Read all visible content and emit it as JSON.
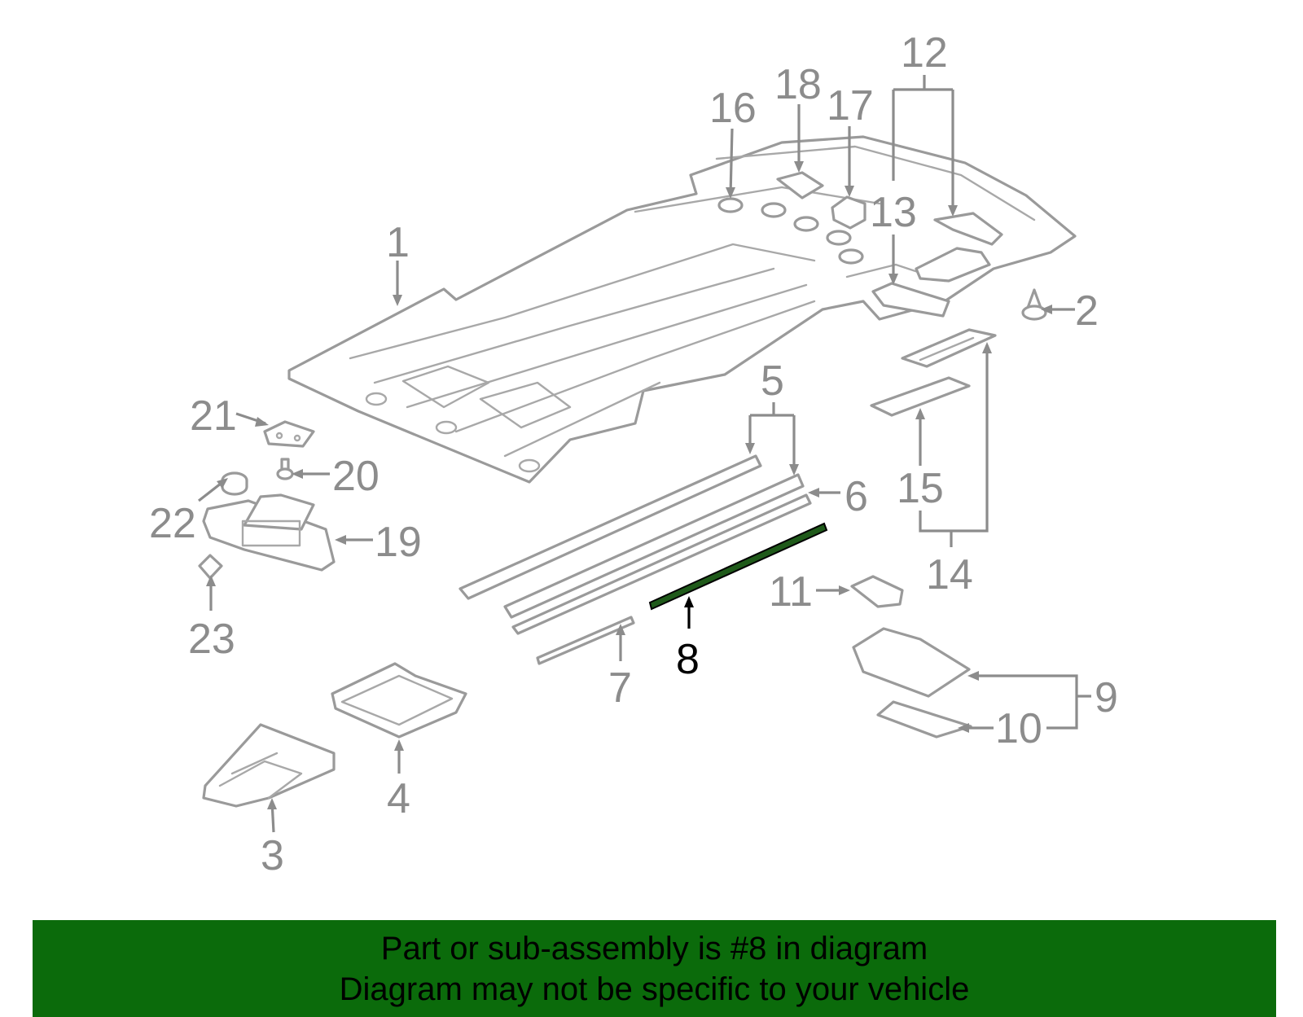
{
  "diagram": {
    "highlight_color": "#0b6b0b",
    "part_color": "#9a9a9a",
    "callouts": [
      {
        "id": "1",
        "label": "1"
      },
      {
        "id": "2",
        "label": "2"
      },
      {
        "id": "3",
        "label": "3"
      },
      {
        "id": "4",
        "label": "4"
      },
      {
        "id": "5",
        "label": "5"
      },
      {
        "id": "6",
        "label": "6"
      },
      {
        "id": "7",
        "label": "7"
      },
      {
        "id": "8",
        "label": "8",
        "highlighted": true
      },
      {
        "id": "9",
        "label": "9"
      },
      {
        "id": "10",
        "label": "10"
      },
      {
        "id": "11",
        "label": "11"
      },
      {
        "id": "12",
        "label": "12"
      },
      {
        "id": "13",
        "label": "13"
      },
      {
        "id": "14",
        "label": "14"
      },
      {
        "id": "15",
        "label": "15"
      },
      {
        "id": "16",
        "label": "16"
      },
      {
        "id": "17",
        "label": "17"
      },
      {
        "id": "18",
        "label": "18"
      },
      {
        "id": "19",
        "label": "19"
      },
      {
        "id": "20",
        "label": "20"
      },
      {
        "id": "21",
        "label": "21"
      },
      {
        "id": "22",
        "label": "22"
      },
      {
        "id": "23",
        "label": "23"
      }
    ]
  },
  "banner": {
    "line1": "Part or sub-assembly is #8 in diagram",
    "line2": "Diagram may not be specific to your vehicle",
    "background": "#0b6b0b",
    "text_color": "#000000"
  }
}
